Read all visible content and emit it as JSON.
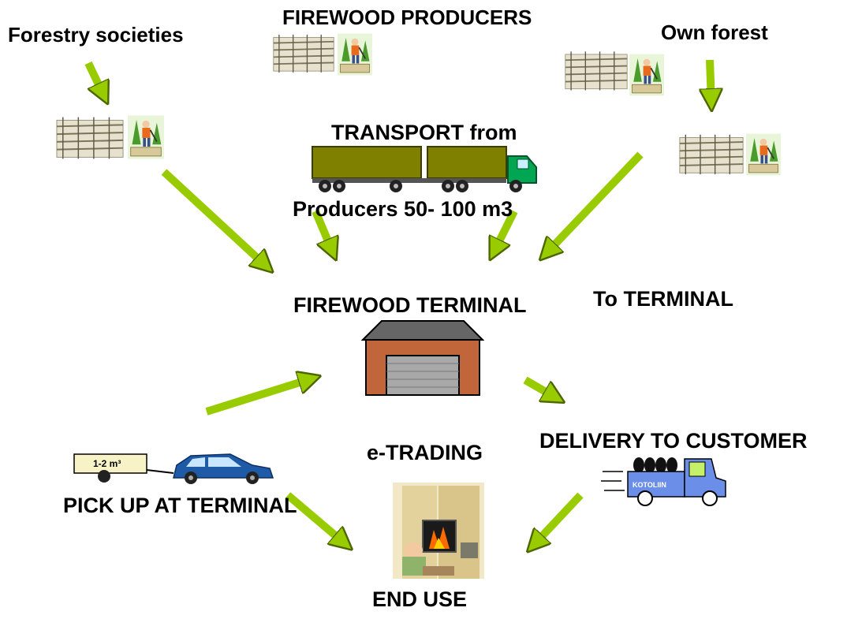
{
  "labels": {
    "producers": "FIREWOOD PRODUCERS",
    "forestry": "Forestry societies",
    "own_forest": "Own forest",
    "transport_from": "TRANSPORT from",
    "producers_volume": "Producers 50- 100 m3",
    "terminal": "FIREWOOD TERMINAL",
    "to_terminal": "To  TERMINAL",
    "e_trading": "e-TRADING",
    "delivery": "DELIVERY TO CUSTOMER",
    "pickup": "PICK UP AT TERMINAL",
    "end_use": "END USE"
  },
  "trailer_text": "1-2 m³",
  "truck_logo": "KOTOLIIN",
  "colors": {
    "arrow": "#99cc00",
    "arrow_outline": "#4d6600",
    "truck_body": "#808000",
    "truck_cab": "#00a651",
    "building": "#c0663a",
    "car": "#1f5aa6",
    "delivery_truck": "#6b8fe8"
  },
  "icons": [
    "woodpile-icon",
    "lumberjack-icon",
    "truck-icon",
    "terminal-building-icon",
    "car-trailer-icon",
    "delivery-truck-icon",
    "fireplace-icon"
  ]
}
